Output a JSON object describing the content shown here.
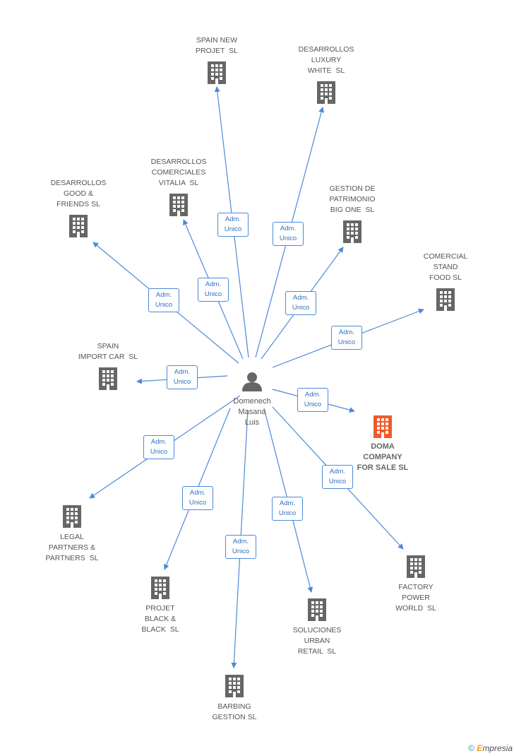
{
  "center": {
    "name": "Domenech\nMasana\nLuis"
  },
  "edge_label": {
    "line1": "Adm.",
    "line2": "Unico"
  },
  "companies": [
    {
      "name": "SPAIN NEW\nPROJET  SL"
    },
    {
      "name": "DESARROLLOS\nLUXURY\nWHITE  SL"
    },
    {
      "name": "DESARROLLOS\nCOMERCIALES\nVITALIA  SL"
    },
    {
      "name": "DESARROLLOS\nGOOD &\nFRIENDS SL"
    },
    {
      "name": "GESTION DE\nPATRIMONIO\nBIG ONE  SL"
    },
    {
      "name": "COMERCIAL\nSTAND\nFOOD SL"
    },
    {
      "name": "SPAIN\nIMPORT CAR  SL"
    },
    {
      "name": "DOMA\nCOMPANY\nFOR SALE SL",
      "highlight": true
    },
    {
      "name": "LEGAL\nPARTNERS &\nPARTNERS  SL"
    },
    {
      "name": "FACTORY\nPOWER\nWORLD  SL"
    },
    {
      "name": "PROJET\nBLACK &\nBLACK  SL"
    },
    {
      "name": "SOLUCIONES\nURBAN\nRETAIL  SL"
    },
    {
      "name": "BARBING\nGESTION SL"
    }
  ],
  "colors": {
    "edge": "#4a8ad8",
    "building": "#666666",
    "highlight": "#f05a28",
    "person": "#666666"
  },
  "footer": {
    "copyright": "©",
    "brand_initial": "E",
    "brand_rest": "mpresia"
  }
}
